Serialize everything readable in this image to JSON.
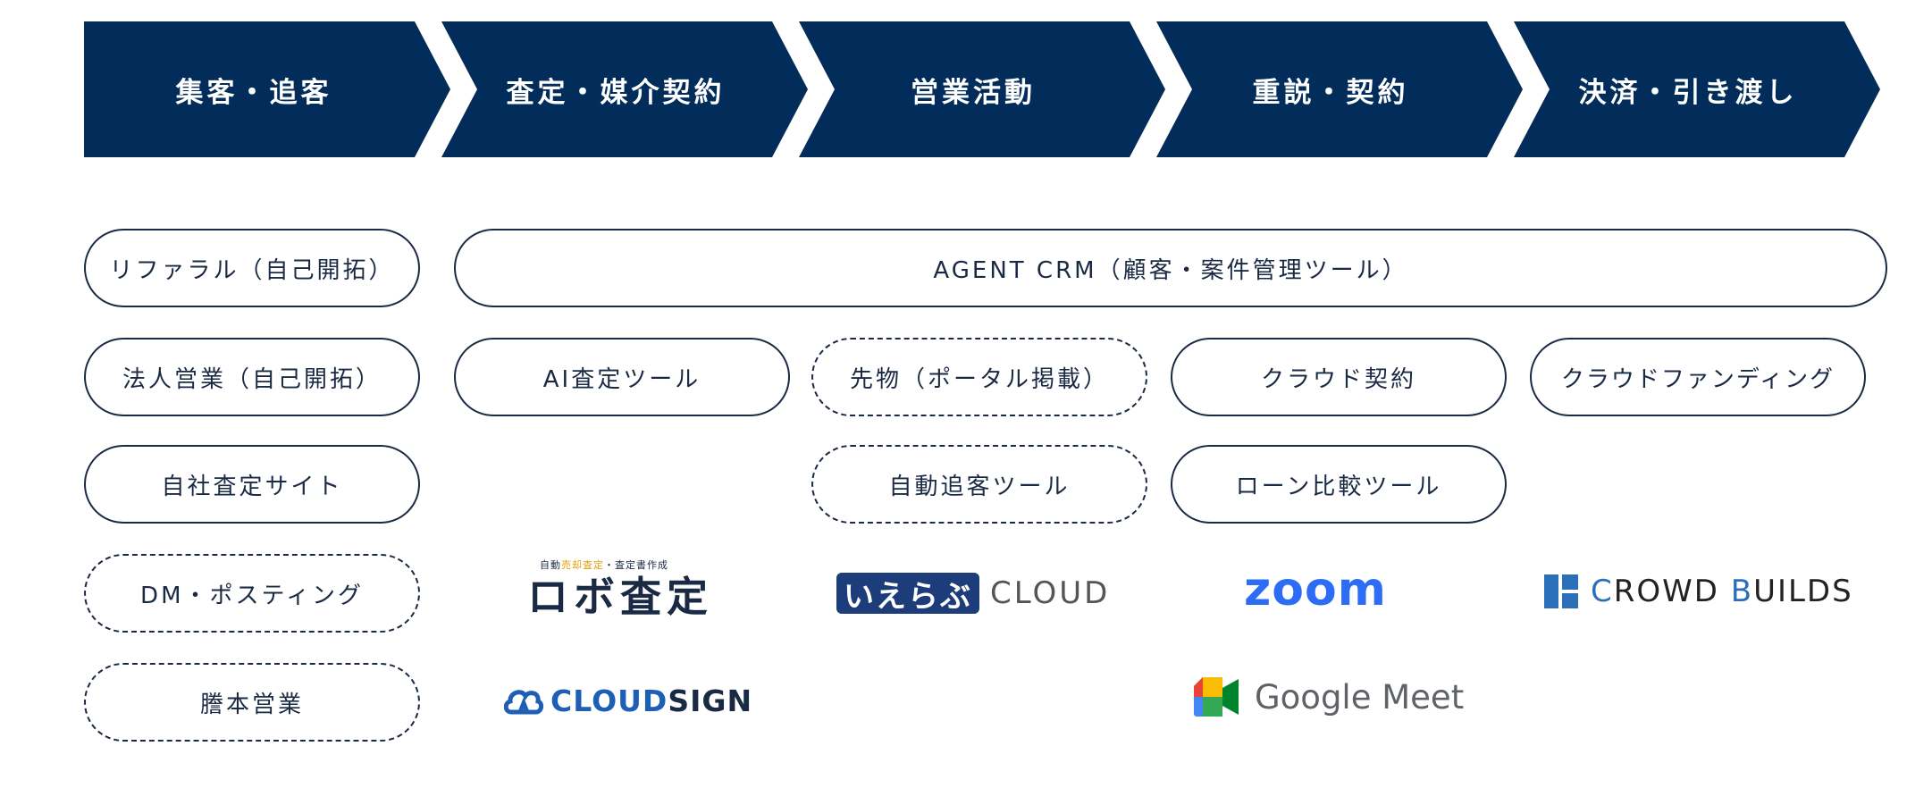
{
  "stages": [
    {
      "label": "集客・追客"
    },
    {
      "label": "査定・媒介契約"
    },
    {
      "label": "営業活動"
    },
    {
      "label": "重説・契約"
    },
    {
      "label": "決済・引き渡し"
    }
  ],
  "colors": {
    "stage_fill": "#022d5a",
    "pill_border": "#1a2a44",
    "zoom": "#2d6df6"
  },
  "tools": {
    "referral": "リファラル（自己開拓）",
    "agent_crm": "AGENT CRM（顧客・案件管理ツール）",
    "corporate_sales": "法人営業（自己開拓）",
    "ai_assessment": "AI査定ツール",
    "portal": "先物（ポータル掲載）",
    "cloud_contract": "クラウド契約",
    "crowdfunding": "クラウドファンディング",
    "own_site": "自社査定サイト",
    "auto_follow": "自動追客ツール",
    "loan_compare": "ローン比較ツール",
    "dm_posting": "DM・ポスティング",
    "gift_sales": "謄本営業"
  },
  "logos": {
    "robo_sub_1": "自動",
    "robo_sub_2": "売却査定",
    "robo_sub_3": "・査定書作成",
    "robo_main": "ロボ査定",
    "ieru_mark": "いえらぶ",
    "ieru_text": "CLOUD",
    "zoom": "zoom",
    "crowd_c": "C",
    "crowd_rest": "ROWD ",
    "crowd_b": "B",
    "crowd_end": "UILDS",
    "cloudsign_a": "CLOUD",
    "cloudsign_b": "SIGN",
    "gmeet": "Google Meet"
  }
}
